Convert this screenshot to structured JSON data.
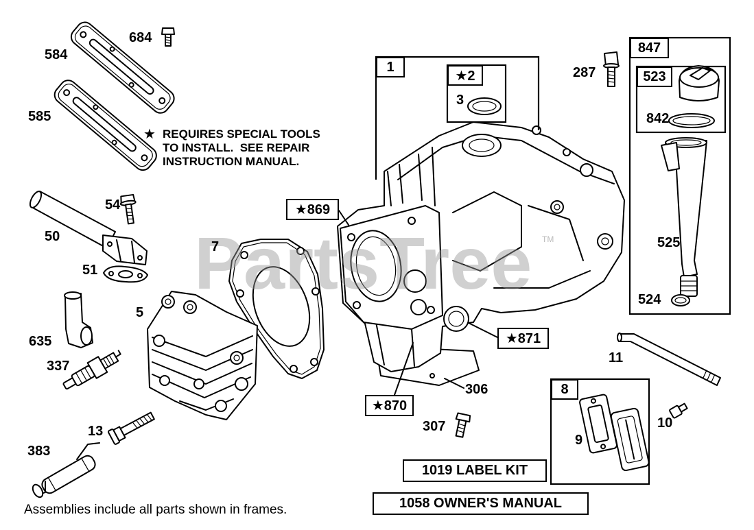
{
  "callouts": {
    "p684": "684",
    "p584": "584",
    "p585": "585",
    "p54": "54",
    "p50": "50",
    "p51": "51",
    "p7": "7",
    "p5": "5",
    "p635": "635",
    "p337": "337",
    "p13": "13",
    "p383": "383",
    "p869": "★869",
    "p1": "1",
    "p2": "★2",
    "p3": "3",
    "p287": "287",
    "p847": "847",
    "p523": "523",
    "p842": "842",
    "p525": "525",
    "p524": "524",
    "p871": "★871",
    "p306": "306",
    "p870": "★870",
    "p307": "307",
    "p11": "11",
    "p8": "8",
    "p9": "9",
    "p10": "10"
  },
  "note": {
    "star": "★",
    "line1": "REQUIRES SPECIAL TOOLS",
    "line2": "TO INSTALL.  SEE REPAIR",
    "line3": "INSTRUCTION MANUAL."
  },
  "kits": {
    "label_kit": "1019 LABEL KIT",
    "owners_manual": "1058 OWNER'S MANUAL"
  },
  "footer": "Assemblies include all parts shown in frames.",
  "watermark": {
    "text": "PartsTree",
    "tm": "TM"
  }
}
